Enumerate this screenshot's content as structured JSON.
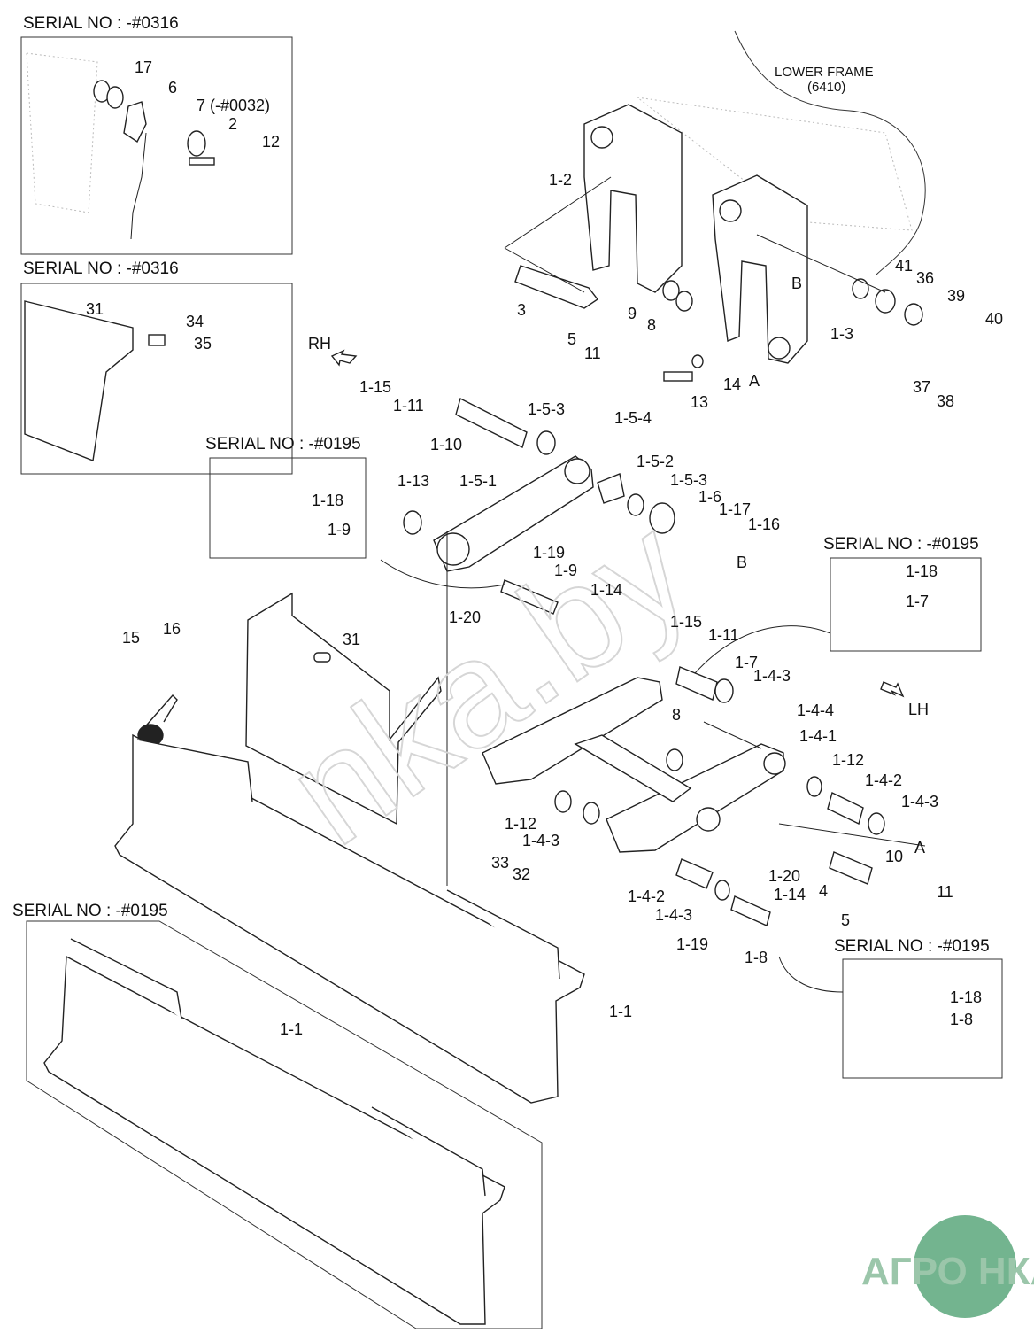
{
  "frame_label": {
    "title": "LOWER FRAME",
    "code": "(6410)"
  },
  "serial_boxes": [
    "SERIAL NO : -#0316",
    "SERIAL NO : -#0316",
    "SERIAL NO : -#0195",
    "SERIAL NO : -#0195",
    "SERIAL NO : -#0195",
    "SERIAL NO : -#0195"
  ],
  "directions": {
    "rh": "RH",
    "lh": "LH"
  },
  "part_labels": [
    "17",
    "6",
    "7 (-#0032)",
    "2",
    "12",
    "31",
    "34",
    "35",
    "1-2",
    "3",
    "5",
    "9",
    "8",
    "11",
    "41",
    "36",
    "B",
    "39",
    "40",
    "1-3",
    "13",
    "14",
    "A",
    "37",
    "38",
    "1-15",
    "1-11",
    "1-10",
    "1-5-3",
    "1-5-4",
    "1-13",
    "1-5-1",
    "1-5-2",
    "1-5-3",
    "1-6",
    "1-17",
    "1-16",
    "B",
    "1-18",
    "1-9",
    "1-19",
    "1-9",
    "1-14",
    "1-20",
    "1-18",
    "1-7",
    "15",
    "16",
    "31",
    "1-15",
    "1-11",
    "1-7",
    "1-4-3",
    "1-4-4",
    "1-4-1",
    "8",
    "1-12",
    "1-4-2",
    "1-4-3",
    "1-12",
    "1-4-3",
    "A",
    "10",
    "33",
    "32",
    "1-20",
    "4",
    "11",
    "1-14",
    "5",
    "1-4-2",
    "1-4-3",
    "1-19",
    "1-8",
    "1-18",
    "1-8",
    "1-1",
    "1-1"
  ],
  "watermark": "nka.by",
  "logo": {
    "text": "АГРО НКА",
    "color": "#5aa77b"
  }
}
